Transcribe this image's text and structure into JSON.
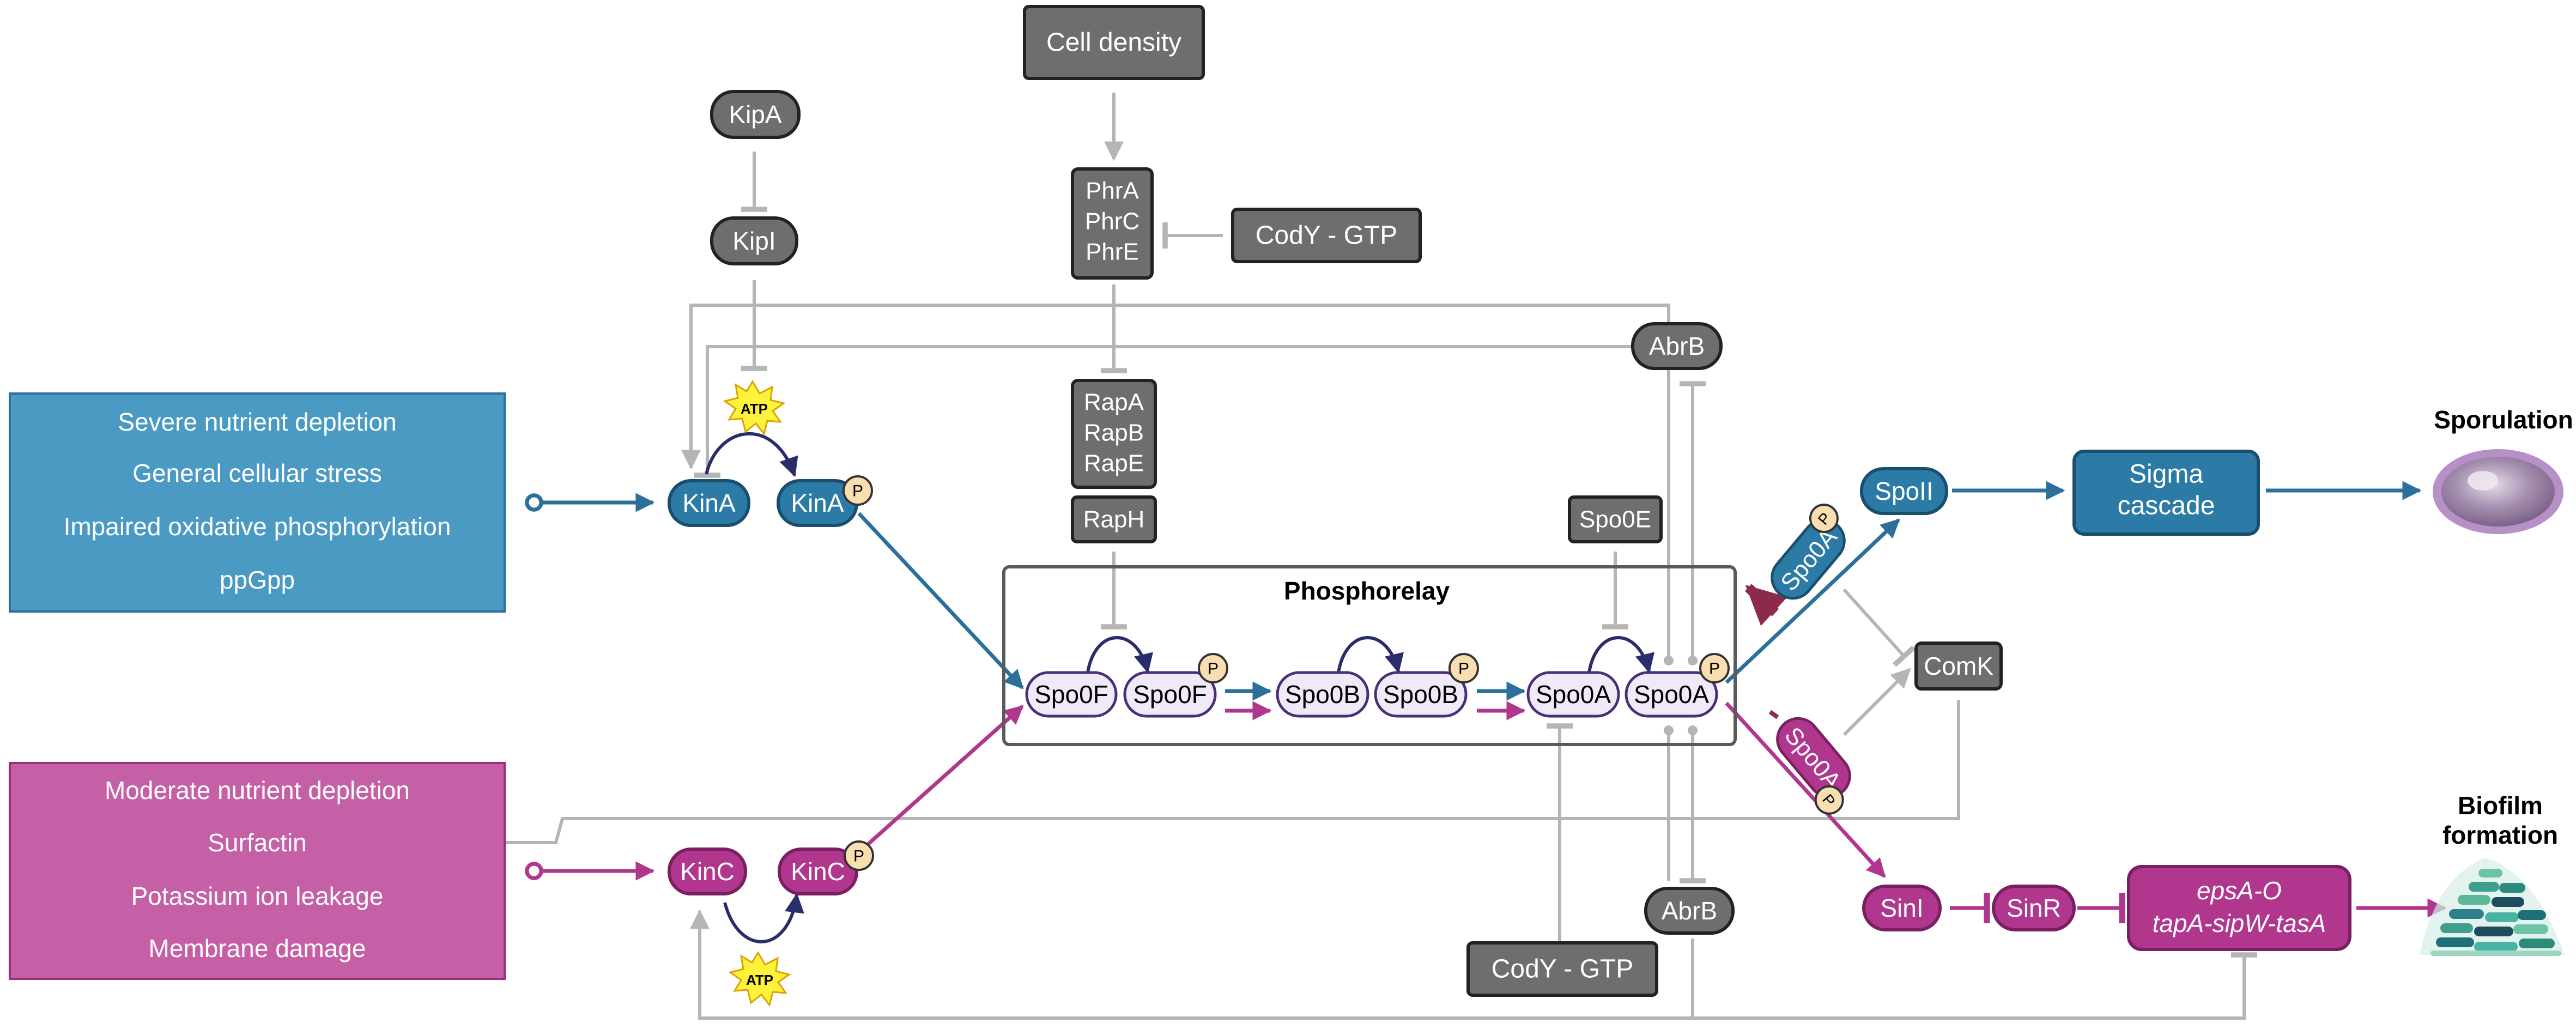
{
  "colors": {
    "blue": "#2b6f9a",
    "blue_fill": "#4a9ac4",
    "magenta": "#b0368e",
    "magenta_fill": "#c55fa6",
    "gray_node": "#6e6e6e",
    "gray_line": "#b5b5b5",
    "navy": "#2a2d6b",
    "protein_fill": "#f0e9f7",
    "phospho": "#f8deb0",
    "dark_red": "#8d2a4a"
  },
  "icons": {
    "atp_top": "atp-burst-icon",
    "atp_bottom": "atp-burst-icon",
    "spore": "spore-icon",
    "biofilm": "biofilm-icon"
  },
  "labels": {
    "cell_density": "Cell density",
    "kipa": "KipA",
    "kipi": "KipI",
    "phr": [
      "PhrA",
      "PhrC",
      "PhrE"
    ],
    "cody_top": "CodY - GTP",
    "cody_bottom": "CodY - GTP",
    "abrb_top": "AbrB",
    "abrb_bottom": "AbrB",
    "rap": [
      "RapA",
      "RapB",
      "RapE"
    ],
    "raph": "RapH",
    "spo0e": "Spo0E",
    "phosphorelay_title": "Phosphorelay",
    "spo0f": "Spo0F",
    "spo0b": "Spo0B",
    "spo0a": "Spo0A",
    "kina": "KinA",
    "kinc": "KinC",
    "atp": "ATP",
    "phospho": "P",
    "spoii": "SpoII",
    "sigma": [
      "Sigma",
      "cascade"
    ],
    "sporulation": "Sporulation",
    "comk": "ComK",
    "sini": "SinI",
    "sinr": "SinR",
    "eps": [
      "epsA-O",
      "tapA-sipW-tasA"
    ],
    "biofilm": [
      "Biofilm",
      "formation"
    ]
  },
  "stimuli": {
    "blue": [
      "Severe nutrient depletion",
      "General cellular stress",
      "Impaired oxidative phosphorylation",
      "ppGpp"
    ],
    "magenta": [
      "Moderate nutrient depletion",
      "Surfactin",
      "Potassium ion leakage",
      "Membrane damage"
    ]
  }
}
